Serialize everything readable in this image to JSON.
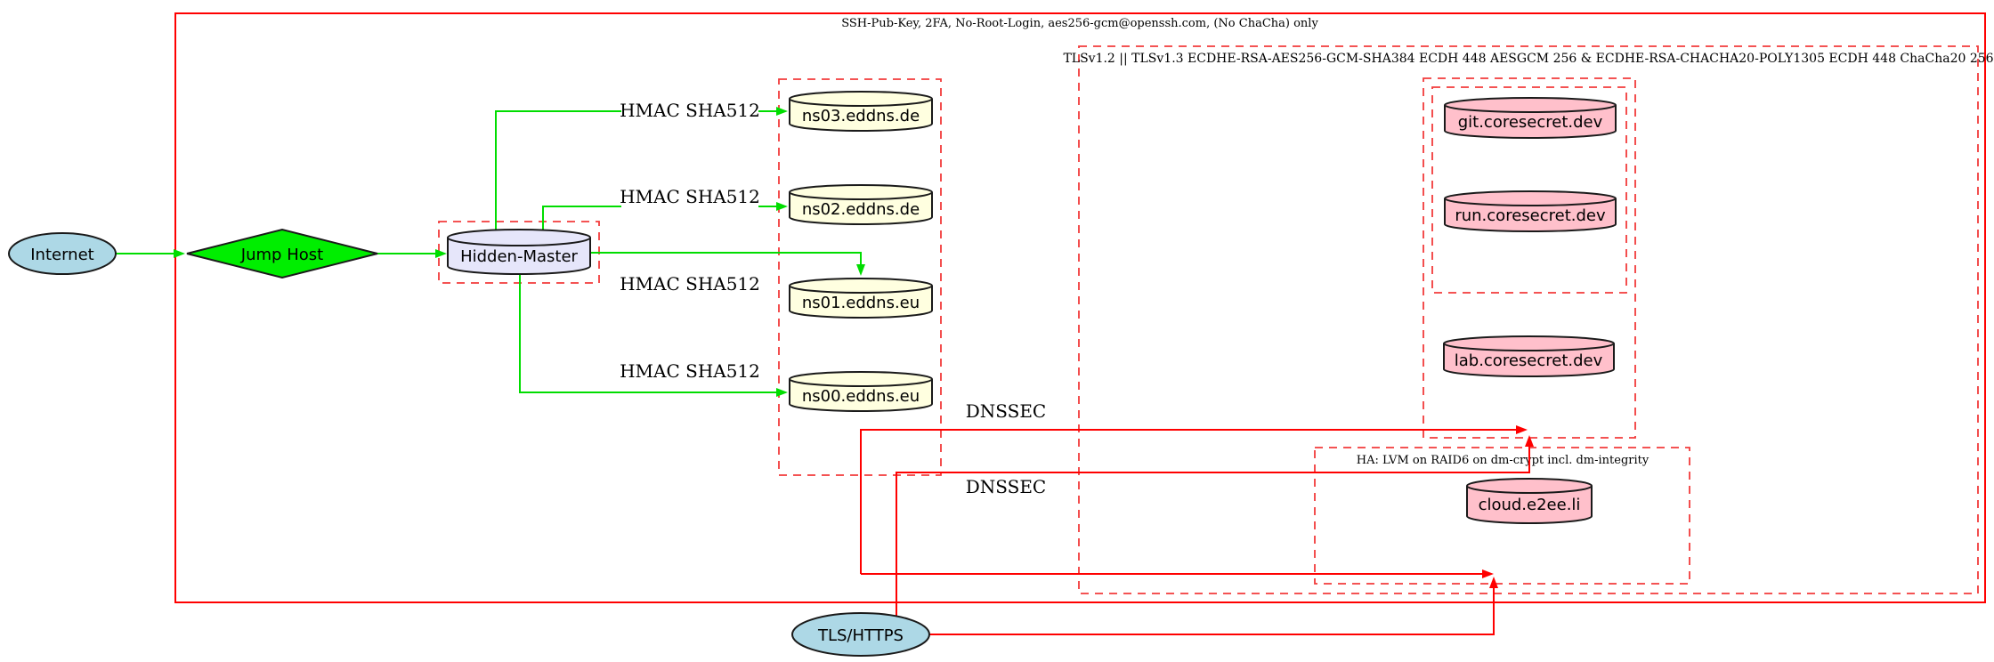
{
  "clusters": {
    "ssh": {
      "label": "SSH-Pub-Key, 2FA, No-Root-Login, aes256-gcm@openssh.com, (No ChaCha) only"
    },
    "tls": {
      "label": "TLSv1.2 || TLSv1.3 ECDHE-RSA-AES256-GCM-SHA384 ECDH 448 AESGCM 256 & ECDHE-RSA-CHACHA20-POLY1305 ECDH 448 ChaCha20 256"
    },
    "ha": {
      "label": "HA: LVM on RAID6 on dm-crypt incl. dm-integrity"
    }
  },
  "nodes": {
    "internet": {
      "label": "Internet",
      "shape": "ellipse",
      "color": "#add8e6"
    },
    "jump_host": {
      "label": "Jump Host",
      "shape": "diamond",
      "color": "#00ee00"
    },
    "hidden_master": {
      "label": "Hidden-Master",
      "shape": "cylinder",
      "color": "#e6e6fa"
    },
    "ns03": {
      "label": "ns03.eddns.de",
      "shape": "cylinder",
      "color": "#ffffe0"
    },
    "ns02": {
      "label": "ns02.eddns.de",
      "shape": "cylinder",
      "color": "#ffffe0"
    },
    "ns01": {
      "label": "ns01.eddns.eu",
      "shape": "cylinder",
      "color": "#ffffe0"
    },
    "ns00": {
      "label": "ns00.eddns.eu",
      "shape": "cylinder",
      "color": "#ffffe0"
    },
    "git": {
      "label": "git.coresecret.dev",
      "shape": "cylinder",
      "color": "#ffc0cb"
    },
    "run": {
      "label": "run.coresecret.dev",
      "shape": "cylinder",
      "color": "#ffc0cb"
    },
    "lab": {
      "label": "lab.coresecret.dev",
      "shape": "cylinder",
      "color": "#ffc0cb"
    },
    "cloud": {
      "label": "cloud.e2ee.li",
      "shape": "cylinder",
      "color": "#ffc0cb"
    },
    "tls_https": {
      "label": "TLS/HTTPS",
      "shape": "ellipse",
      "color": "#add8e6"
    }
  },
  "edges": {
    "hm_ns03": {
      "label": "HMAC SHA512",
      "color": "#00dd00"
    },
    "hm_ns02": {
      "label": "HMAC SHA512",
      "color": "#00dd00"
    },
    "hm_ns01": {
      "label": "HMAC SHA512",
      "color": "#00dd00"
    },
    "hm_ns00": {
      "label": "HMAC SHA512",
      "color": "#00dd00"
    },
    "dnssec_a": {
      "label": "DNSSEC",
      "color": "#ff0000"
    },
    "dnssec_b": {
      "label": "DNSSEC",
      "color": "#ff0000"
    },
    "internet_jumphost": {
      "label": "",
      "color": "#00dd00"
    },
    "jumphost_hiddenmaster": {
      "label": "",
      "color": "#00dd00"
    },
    "tls_coresecret": {
      "label": "",
      "color": "#ff0000"
    },
    "tls_ha": {
      "label": "",
      "color": "#ff0000"
    }
  },
  "colors": {
    "edge_green": "#00dd00",
    "edge_red": "#ff0000",
    "cluster_dashed_red": "#f23b3b",
    "node_lightblue": "#add8e6",
    "node_lavender": "#e6e6fa",
    "node_lightyellow": "#ffffe0",
    "node_pink": "#ffc0cb",
    "node_green": "#00ee00"
  }
}
